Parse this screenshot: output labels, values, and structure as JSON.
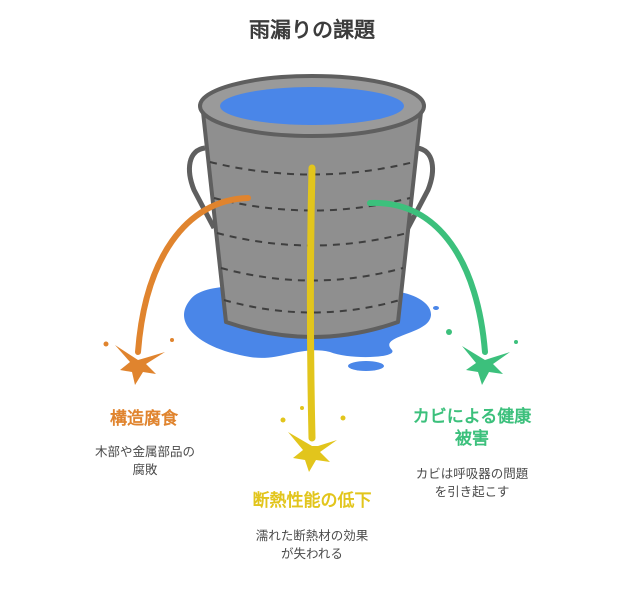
{
  "title": "雨漏りの課題",
  "colors": {
    "bucket": "#8f8f8f",
    "bucket_dark": "#5f5f5f",
    "water": "#4a86e8",
    "structure": "#e0842e",
    "insulation": "#e2c51c",
    "health": "#3cc07c"
  },
  "items": [
    {
      "label": "構造腐食",
      "desc_lines": [
        "木部や金属部品の",
        "腐敗"
      ]
    },
    {
      "label": "断熱性能の低下",
      "desc_lines": [
        "濡れた断熱材の効果",
        "が失われる"
      ]
    },
    {
      "label_lines": [
        "カビによる健康",
        "被害"
      ],
      "desc_lines": [
        "カビは呼吸器の問題",
        "を引き起こす"
      ]
    }
  ]
}
